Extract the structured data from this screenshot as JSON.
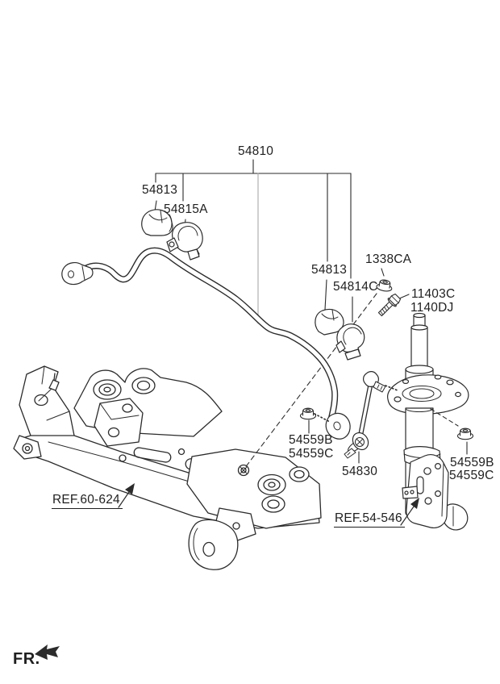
{
  "colors": {
    "line": "#2b2b2b",
    "leader": "#a8a8a8",
    "text": "#1f1f1f",
    "bg": "#ffffff"
  },
  "diagram": {
    "assembly_label": "54810",
    "bushing_left_label": "54813",
    "clamp_left_label": "54815A",
    "bushing_right_label": "54813",
    "clamp_right_label": "54814C",
    "nut_top_label": "1338CA",
    "bolt_label_primary": "11403C",
    "bolt_label_alt": "1140DJ",
    "nut_left_label_b": "54559B",
    "nut_left_label_c": "54559C",
    "link_label": "54830",
    "nut_right_label_b": "54559B",
    "nut_right_label_c": "54559C",
    "ref_crossmember": "REF.60-624",
    "ref_strut": "REF.54-546"
  },
  "footer": {
    "front_marker": "FR."
  }
}
